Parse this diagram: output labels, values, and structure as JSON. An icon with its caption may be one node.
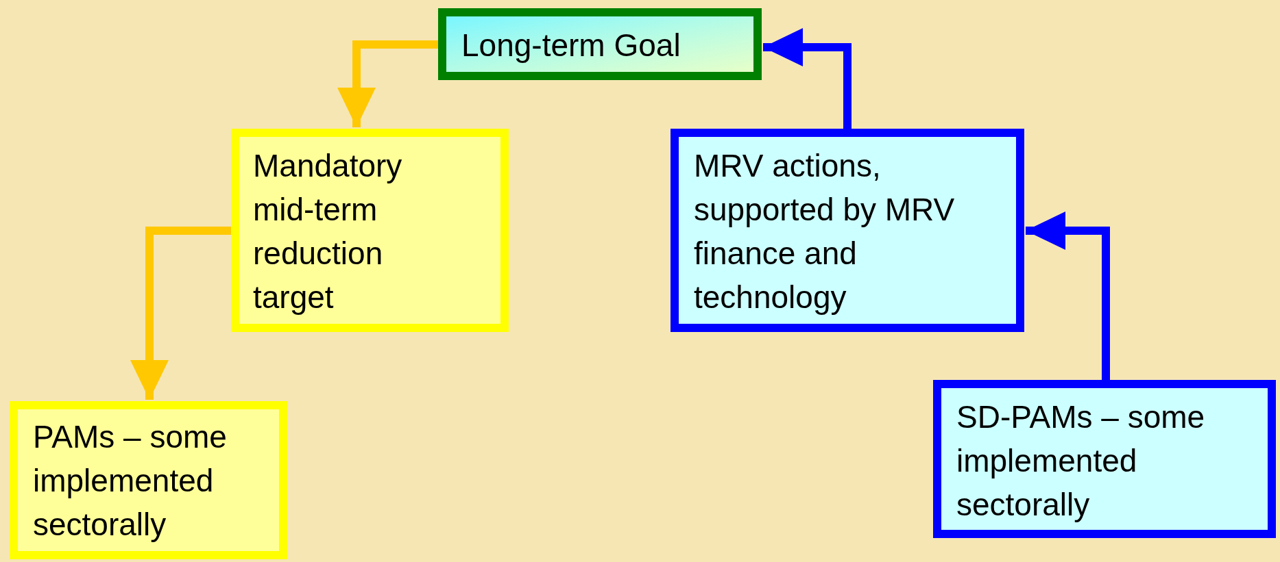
{
  "diagram": {
    "nodes": [
      {
        "text": [
          "Long-term Goal"
        ]
      },
      {
        "text": [
          "Mandatory mid-term reduction target"
        ]
      },
      {
        "text": [
          "PAMs – some implemented sectorally"
        ]
      },
      {
        "text": [
          "MRV actions, supported by MRV finance and technology"
        ]
      },
      {
        "text": [
          "SD-PAMs – some implemented sectorally"
        ]
      }
    ],
    "edges": [
      {
        "from": 0,
        "to": 1,
        "arrow": "to",
        "color": "#ffc800"
      },
      {
        "from": 1,
        "to": 2,
        "arrow": "to",
        "color": "#ffc800"
      },
      {
        "from": 3,
        "to": 0,
        "arrow": "to",
        "color": "#0000ff"
      },
      {
        "from": 4,
        "to": 3,
        "arrow": "to",
        "color": "#0000ff"
      }
    ]
  }
}
